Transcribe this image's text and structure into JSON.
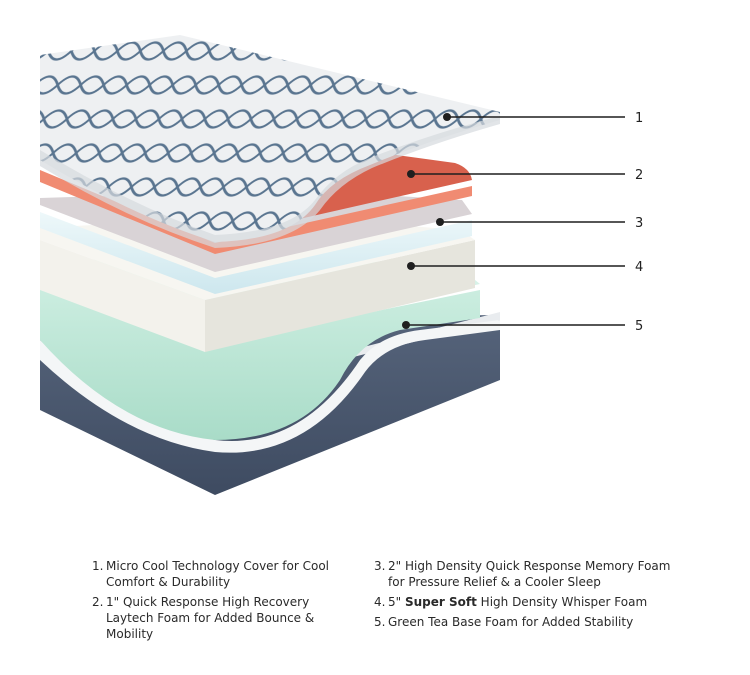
{
  "callouts": [
    {
      "number": "1"
    },
    {
      "number": "2"
    },
    {
      "number": "3"
    },
    {
      "number": "4"
    },
    {
      "number": "5"
    }
  ],
  "legend": [
    {
      "number": "1.",
      "text": "Micro Cool Technology Cover for Cool Comfort & Durability"
    },
    {
      "number": "2.",
      "text": "1\" Quick Response High Recovery Laytech Foam for Added Bounce & Mobility"
    },
    {
      "number": "3.",
      "text": "2\" High Density Quick Response Memory Foam for Pressure Relief & a Cooler Sleep"
    },
    {
      "number": "4.",
      "text_prefix": "5\"",
      "text_bold": "Super Soft",
      "text_suffix": "High Density Whisper Foam"
    },
    {
      "number": "5.",
      "text": "Green Tea Base Foam for Added Stability"
    }
  ],
  "colors": {
    "cover": "#eef0f2",
    "cover_pattern": "#5a7590",
    "laytech_foam": "#e8735c",
    "memory_foam": "#dceff3",
    "whisper_foam": "#f1f0ea",
    "green_tea_foam": "#bfe8d8",
    "base_fabric": "#4a5870"
  }
}
